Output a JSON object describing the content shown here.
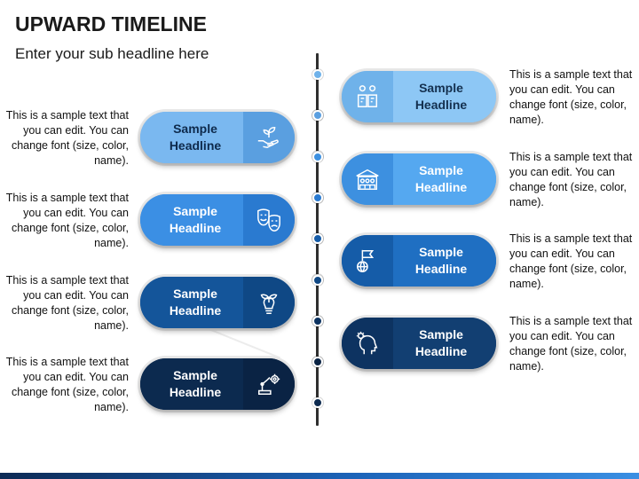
{
  "header": {
    "title": "UPWARD TIMELINE",
    "subtitle": "Enter your sub headline here"
  },
  "items": [
    {
      "side": "right",
      "headline": "Sample Headline",
      "line1": "Sample",
      "line2": "Headline",
      "description": "This is a sample text that you can edit. You can change font (size, color, name).",
      "icon": "podium-people-icon",
      "label_bg": "#8dc7f5",
      "icon_bg": "#6fb2ea",
      "text_color": "#14304f"
    },
    {
      "side": "left",
      "headline": "Sample Headline",
      "line1": "Sample",
      "line2": "Headline",
      "description": "This is a sample text that you can edit. You can change font (size, color, name).",
      "icon": "hand-plant-icon",
      "label_bg": "#7ab8f0",
      "icon_bg": "#5a9fe0",
      "text_color": "#0e2a4c"
    },
    {
      "side": "right",
      "headline": "Sample Headline",
      "line1": "Sample",
      "line2": "Headline",
      "description": "This is a sample text that you can edit. You can change font (size, color, name).",
      "icon": "group-people-icon",
      "label_bg": "#55a8f0",
      "icon_bg": "#3d90e0",
      "text_color": "#ffffff"
    },
    {
      "side": "left",
      "headline": "Sample Headline",
      "line1": "Sample",
      "line2": "Headline",
      "description": "This is a sample text that you can edit. You can change font (size, color, name).",
      "icon": "theater-masks-icon",
      "label_bg": "#3b8fe4",
      "icon_bg": "#2a7ad0",
      "text_color": "#ffffff"
    },
    {
      "side": "right",
      "headline": "Sample Headline",
      "line1": "Sample",
      "line2": "Headline",
      "description": "This is a sample text that you can edit. You can change font (size, color, name).",
      "icon": "flag-globe-icon",
      "label_bg": "#1f6fc2",
      "icon_bg": "#155ca8",
      "text_color": "#ffffff"
    },
    {
      "side": "left",
      "headline": "Sample Headline",
      "line1": "Sample",
      "line2": "Headline",
      "description": "This is a sample text that you can edit. You can change font (size, color, name).",
      "icon": "lightbulb-leaf-icon",
      "label_bg": "#14559a",
      "icon_bg": "#0f4885",
      "text_color": "#ffffff"
    },
    {
      "side": "right",
      "headline": "Sample Headline",
      "line1": "Sample",
      "line2": "Headline",
      "description": "This is a sample text that you can edit. You can change font (size, color, name).",
      "icon": "head-idea-icon",
      "label_bg": "#123f72",
      "icon_bg": "#0d3361",
      "text_color": "#ffffff"
    },
    {
      "side": "left",
      "headline": "Sample Headline",
      "line1": "Sample",
      "line2": "Headline",
      "description": "This is a sample text that you can edit. You can change font (size, color, name).",
      "icon": "robot-arm-gear-icon",
      "label_bg": "#0c2a4f",
      "icon_bg": "#0a2344",
      "text_color": "#ffffff"
    }
  ],
  "colors": {
    "axis": "#2f2f2f",
    "dot_fill": "#3a9ae8",
    "footer_start": "#0d2a55",
    "footer_end": "#3a8fe3"
  }
}
